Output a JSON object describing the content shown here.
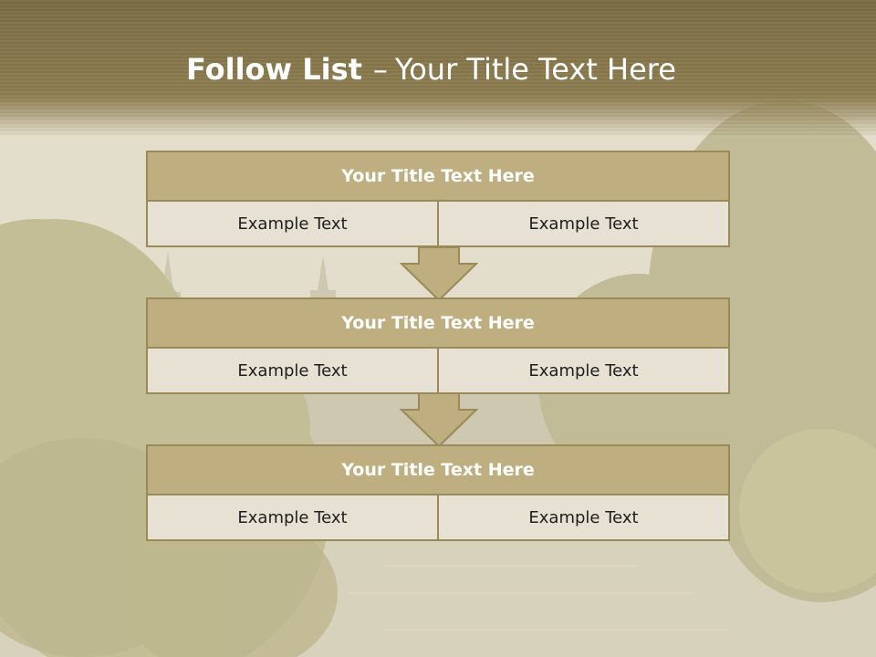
{
  "title": {
    "strong": "Follow List",
    "separator": "–",
    "rest": "Your Title Text Here"
  },
  "steps": [
    {
      "header": "Your Title Text Here",
      "cells": [
        "Example Text",
        "Example Text"
      ]
    },
    {
      "header": "Your Title Text Here",
      "cells": [
        "Example Text",
        "Example Text"
      ]
    },
    {
      "header": "Your Title Text Here",
      "cells": [
        "Example Text",
        "Example Text"
      ]
    }
  ],
  "colors": {
    "title_band": "#7a6d45",
    "header_fill": "#bfae7f",
    "cell_fill": "#e6e1d3",
    "border": "#9a8a5a",
    "arrow_fill": "#bfae7f"
  }
}
